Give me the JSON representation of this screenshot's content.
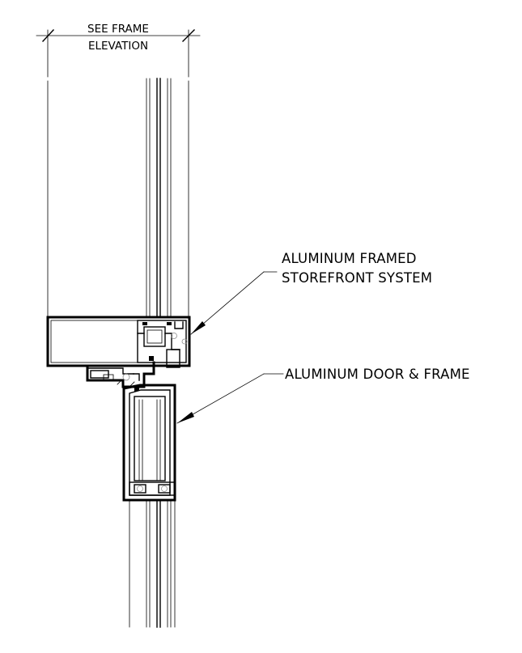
{
  "dimension": {
    "line1": "SEE FRAME",
    "line2": "ELEVATION"
  },
  "callouts": {
    "storefront_line1": "ALUMINUM FRAMED",
    "storefront_line2": "STOREFRONT SYSTEM",
    "door": "ALUMINUM DOOR & FRAME"
  }
}
